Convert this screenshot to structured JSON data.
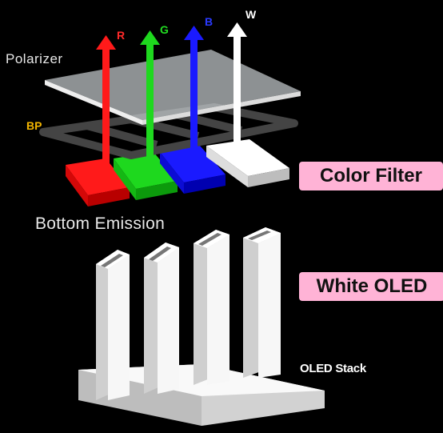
{
  "labels": {
    "polarizer": "Polarizer",
    "bp": "BP",
    "bottom_emission": "Bottom Emission",
    "oled_stack": "OLED Stack",
    "color_filter": "Color Filter",
    "white_oled": "White OLED"
  },
  "arrows": {
    "r": "R",
    "g": "G",
    "b": "B",
    "w": "W"
  },
  "colors": {
    "red": "#ff1a1a",
    "green": "#1ed81e",
    "blue": "#1a1aff",
    "white": "#ffffff",
    "bp_yellow": "#f2b400",
    "highlight_pink": "#ffb3d6"
  }
}
